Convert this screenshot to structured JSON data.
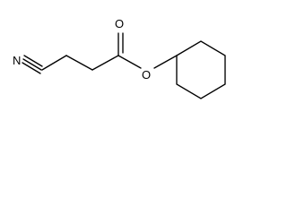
{
  "molecule": {
    "atoms": {
      "nitrogen": "N",
      "carbonyl_oxygen": "O",
      "ester_oxygen": "O"
    },
    "colors": {
      "bond": "#000000",
      "label": "#000000",
      "background": "#ffffff"
    }
  }
}
